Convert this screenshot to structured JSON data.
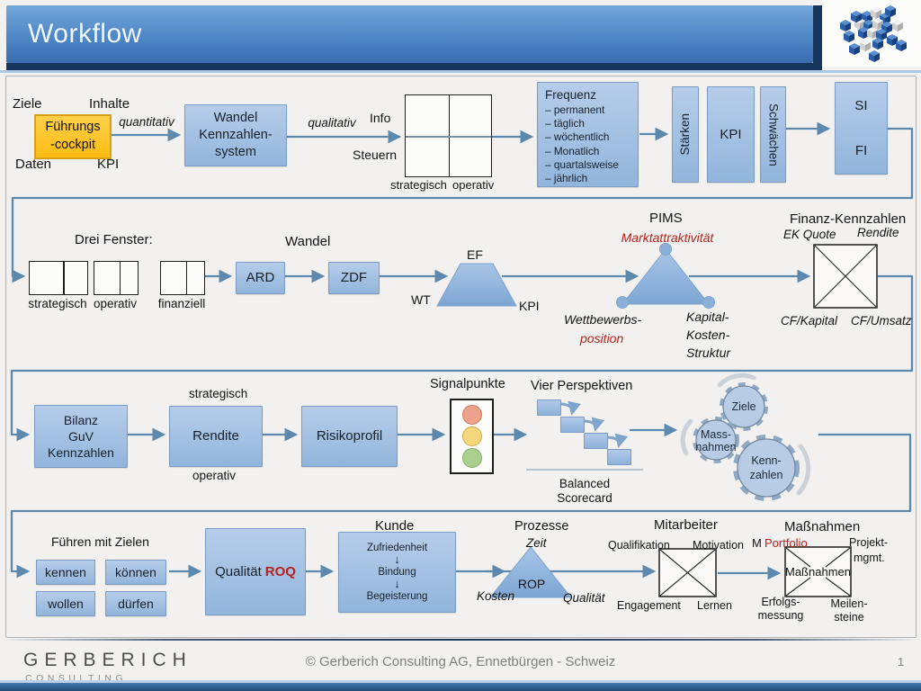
{
  "header": {
    "title": "Workflow"
  },
  "row1": {
    "ziele": "Ziele",
    "inhalte": "Inhalte",
    "daten": "Daten",
    "kpi": "KPI",
    "cockpit_line1": "Führungs",
    "cockpit_line2": "-cockpit",
    "quantitativ": "quantitativ",
    "qualitativ": "qualitativ",
    "wandel_line1": "Wandel",
    "wandel_line2": "Kennzahlen-",
    "wandel_line3": "system",
    "info": "Info",
    "steuern": "Steuern",
    "matrix_label_left": "strategisch",
    "matrix_label_right": "operativ",
    "frequenz_title": "Frequenz",
    "frequenz_items": [
      "– permanent",
      "– täglich",
      "– wöchentlich",
      "– Monatlich",
      "– quartalsweise",
      "– jährlich"
    ],
    "staerken": "Stärken",
    "kpi_box": "KPI",
    "schwaechen": "Schwächen",
    "si": "SI",
    "fi": "FI"
  },
  "row2": {
    "drei_fenster": "Drei Fenster:",
    "window_labels": [
      "strategisch",
      "operativ",
      "finanziell"
    ],
    "ard": "ARD",
    "wandel": "Wandel",
    "zdf": "ZDF",
    "ef": "EF",
    "wt": "WT",
    "kpi": "KPI",
    "pims": "PIMS",
    "markt": "Marktattraktivität",
    "wettbewerbs": "Wettbewerbs-",
    "position": "position",
    "kapital": "Kapital-",
    "kosten": "Kosten-",
    "struktur": "Struktur",
    "finanz_title": "Finanz-Kennzahlen",
    "ek_quote": "EK Quote",
    "rendite": "Rendite",
    "cf_kapital": "CF/Kapital",
    "cf_umsatz": "CF/Umsatz"
  },
  "row3": {
    "bilanz_line1": "Bilanz",
    "bilanz_line2": "GuV",
    "bilanz_line3": "Kennzahlen",
    "strategisch": "strategisch",
    "rendite": "Rendite",
    "operativ": "operativ",
    "risikoprofil": "Risikoprofil",
    "signalpunkte": "Signalpunkte",
    "vier_perspektiven": "Vier Perspektiven",
    "balanced": "Balanced",
    "scorecard": "Scorecard",
    "gear_ziele": "Ziele",
    "gear_mass_line1": "Mass-",
    "gear_mass_line2": "nahmen",
    "gear_kenn_line1": "Kenn-",
    "gear_kenn_line2": "zahlen"
  },
  "row4": {
    "fuehren": "Führen mit Zielen",
    "kennen": "kennen",
    "koennen": "können",
    "wollen": "wollen",
    "duerfen": "dürfen",
    "qualitaet": "Qualität",
    "roq": "ROQ",
    "kunde": "Kunde",
    "zufriedenheit": "Zufriedenheit",
    "bindung": "Bindung",
    "begeisterung": "Begeisterung",
    "down_arrow": "↓",
    "prozesse": "Prozesse",
    "zeit": "Zeit",
    "rop": "ROP",
    "kosten": "Kosten",
    "qualitaet2": "Qualität",
    "mitarbeiter": "Mitarbeiter",
    "qualifikation": "Qualifikation",
    "motivation": "Motivation",
    "engagement": "Engagement",
    "lernen": "Lernen",
    "massnahmen_title": "Maßnahmen",
    "m_prefix": "M",
    "portfolio": "Portfolio",
    "projekt": "Projekt-",
    "mgmt": "mgmt.",
    "massnahmen_box": "Maßnahmen",
    "erfolgs": "Erfolgs-",
    "messung": "messung",
    "meilen": "Meilen-",
    "steine": "steine"
  },
  "footer": {
    "brand": "GERBERICH",
    "brand_sub": "CONSULTING",
    "copyright": "© Gerberich Consulting AG,  Ennetbürgen - Schweiz",
    "page": "1"
  },
  "colors": {
    "accent_blue": "#2e75b6",
    "box_blue": "#9dc3e6",
    "highlight_orange": "#ffc01e",
    "alert_red": "#b5231c",
    "arrow": "#5d89af",
    "navy": "#17365d"
  }
}
